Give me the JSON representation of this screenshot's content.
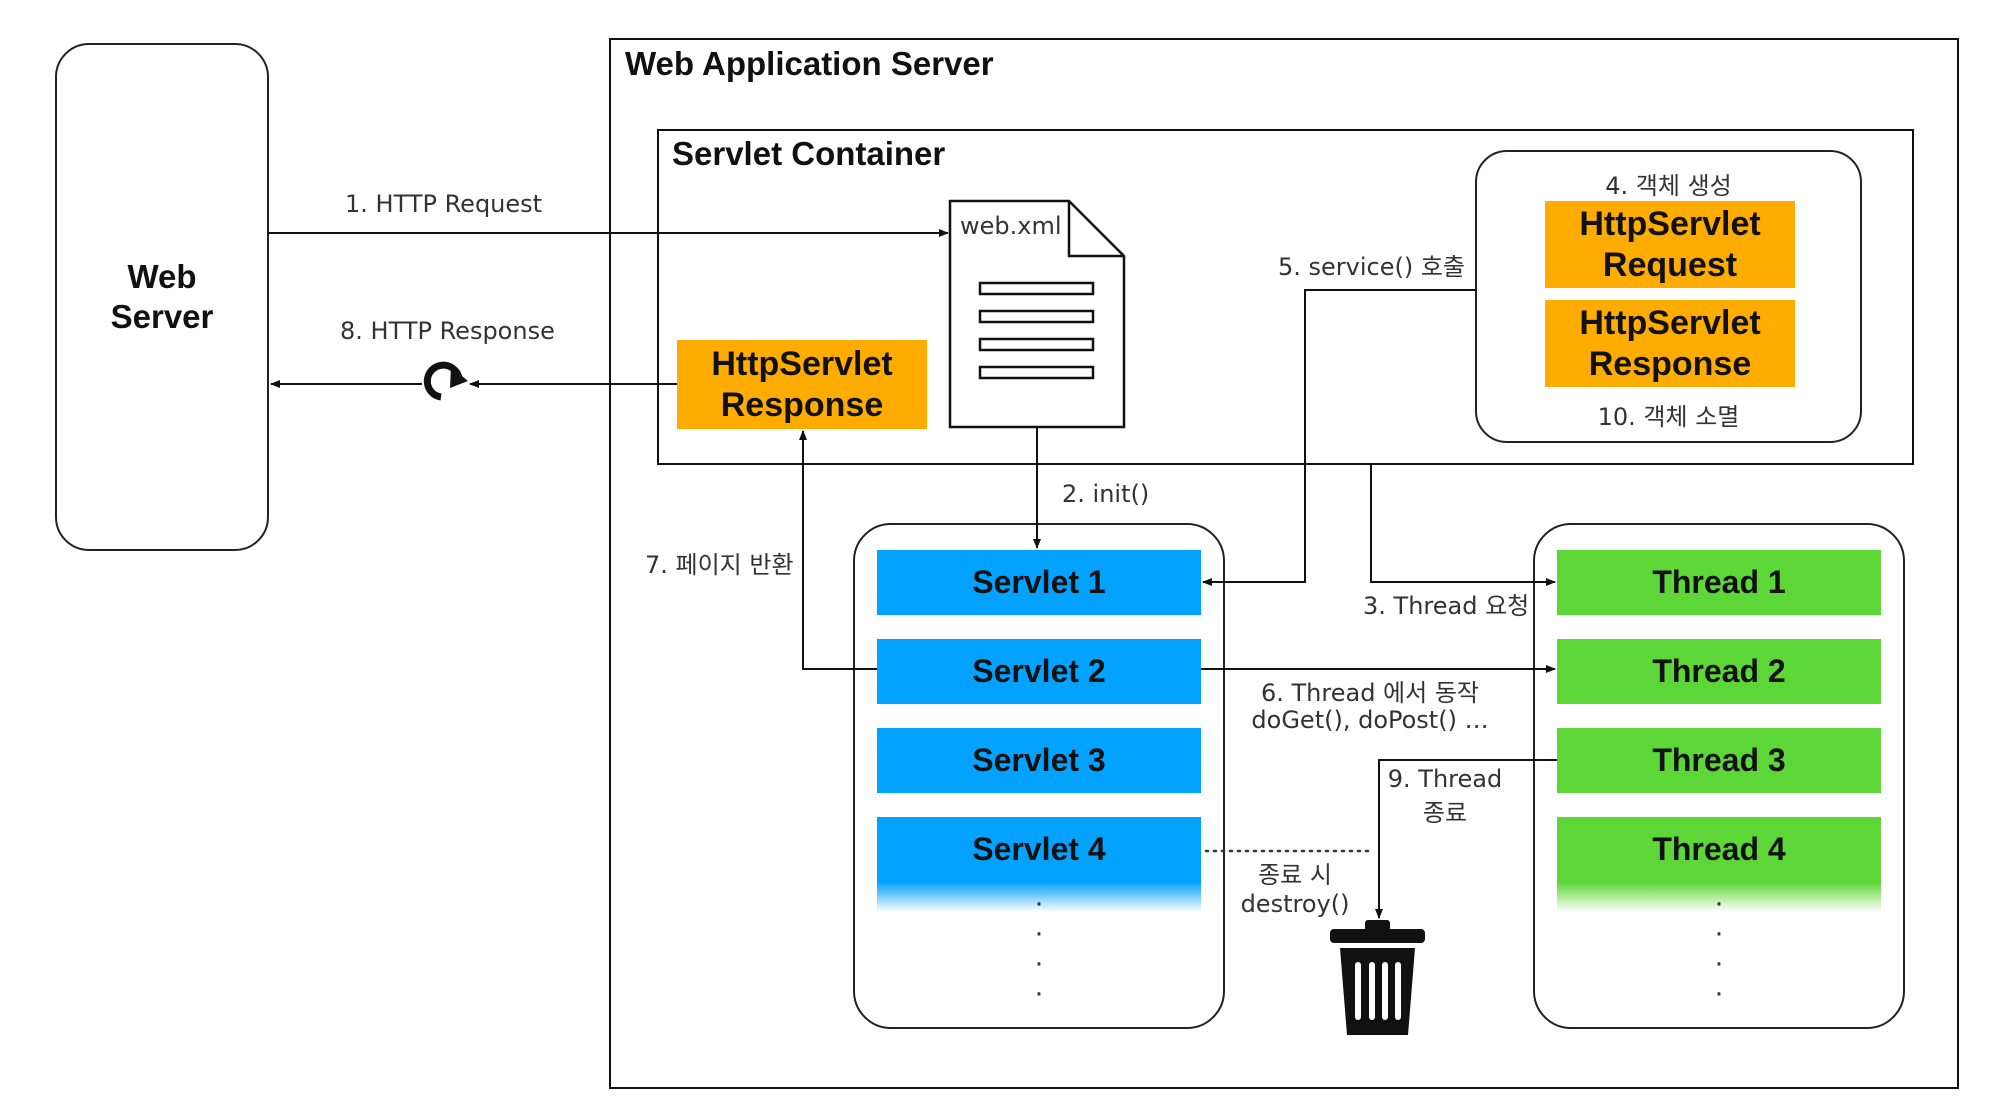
{
  "web_server": {
    "label": "Web\nServer"
  },
  "was": {
    "title": "Web Application Server"
  },
  "container": {
    "title": "Servlet Container"
  },
  "web_xml": {
    "label": "web.xml"
  },
  "objects_box": {
    "create_label": "4. 객체 생성",
    "request_label": "HttpServlet\nRequest",
    "response_label": "HttpServlet\nResponse",
    "destroy_label": "10. 객체 소멸"
  },
  "container_response": {
    "label": "HttpServlet\nResponse"
  },
  "steps": {
    "http_request": "1.  HTTP Request",
    "init": "2. init()",
    "thread_request": "3. Thread 요청",
    "service_call": "5. service() 호출",
    "thread_run": "6. Thread 에서 동작",
    "thread_methods": "doGet(), doPost() …",
    "page_return": "7. 페이지 반환",
    "http_response": "8. HTTP Response",
    "thread_end_1": "9. Thread",
    "thread_end_2": "종료",
    "destroy_1": "종료 시",
    "destroy_2": "destroy()"
  },
  "servlets": [
    "Servlet 1",
    "Servlet 2",
    "Servlet 3",
    "Servlet 4"
  ],
  "threads": [
    "Thread 1",
    "Thread 2",
    "Thread 3",
    "Thread 4"
  ],
  "icons": {
    "recycle": "refresh-icon",
    "trash": "trash-can-icon",
    "document": "document-icon"
  },
  "colors": {
    "orange": "#ffac00",
    "blue": "#03a2ff",
    "green": "#5dd637"
  }
}
